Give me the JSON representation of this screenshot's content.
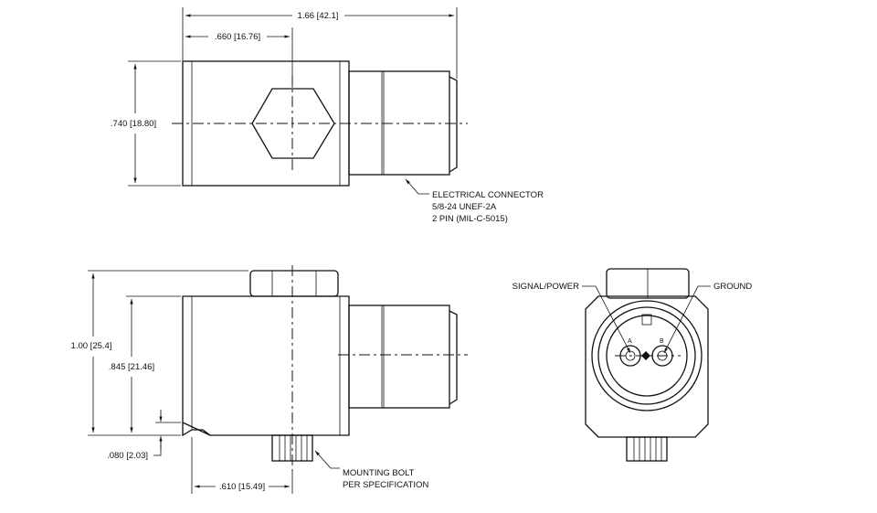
{
  "dimensions": {
    "overall_length": "1.66 [42.1]",
    "hex_offset": ".660 [16.76]",
    "body_height_top": ".740 [18.80]",
    "overall_height": "1.00 [25.4]",
    "body_height_side": ".845 [21.46]",
    "base_offset": ".080 [2.03]",
    "bolt_offset": ".610 [15.49]"
  },
  "callouts": {
    "connector_line1": "ELECTRICAL CONNECTOR",
    "connector_line2": "5/8-24 UNEF-2A",
    "connector_line3": "2 PIN (MIL-C-5015)",
    "bolt_line1": "MOUNTING BOLT",
    "bolt_line2": "PER SPECIFICATION",
    "signal": "SIGNAL/POWER",
    "ground": "GROUND",
    "pin_a": "A",
    "pin_b": "B"
  }
}
